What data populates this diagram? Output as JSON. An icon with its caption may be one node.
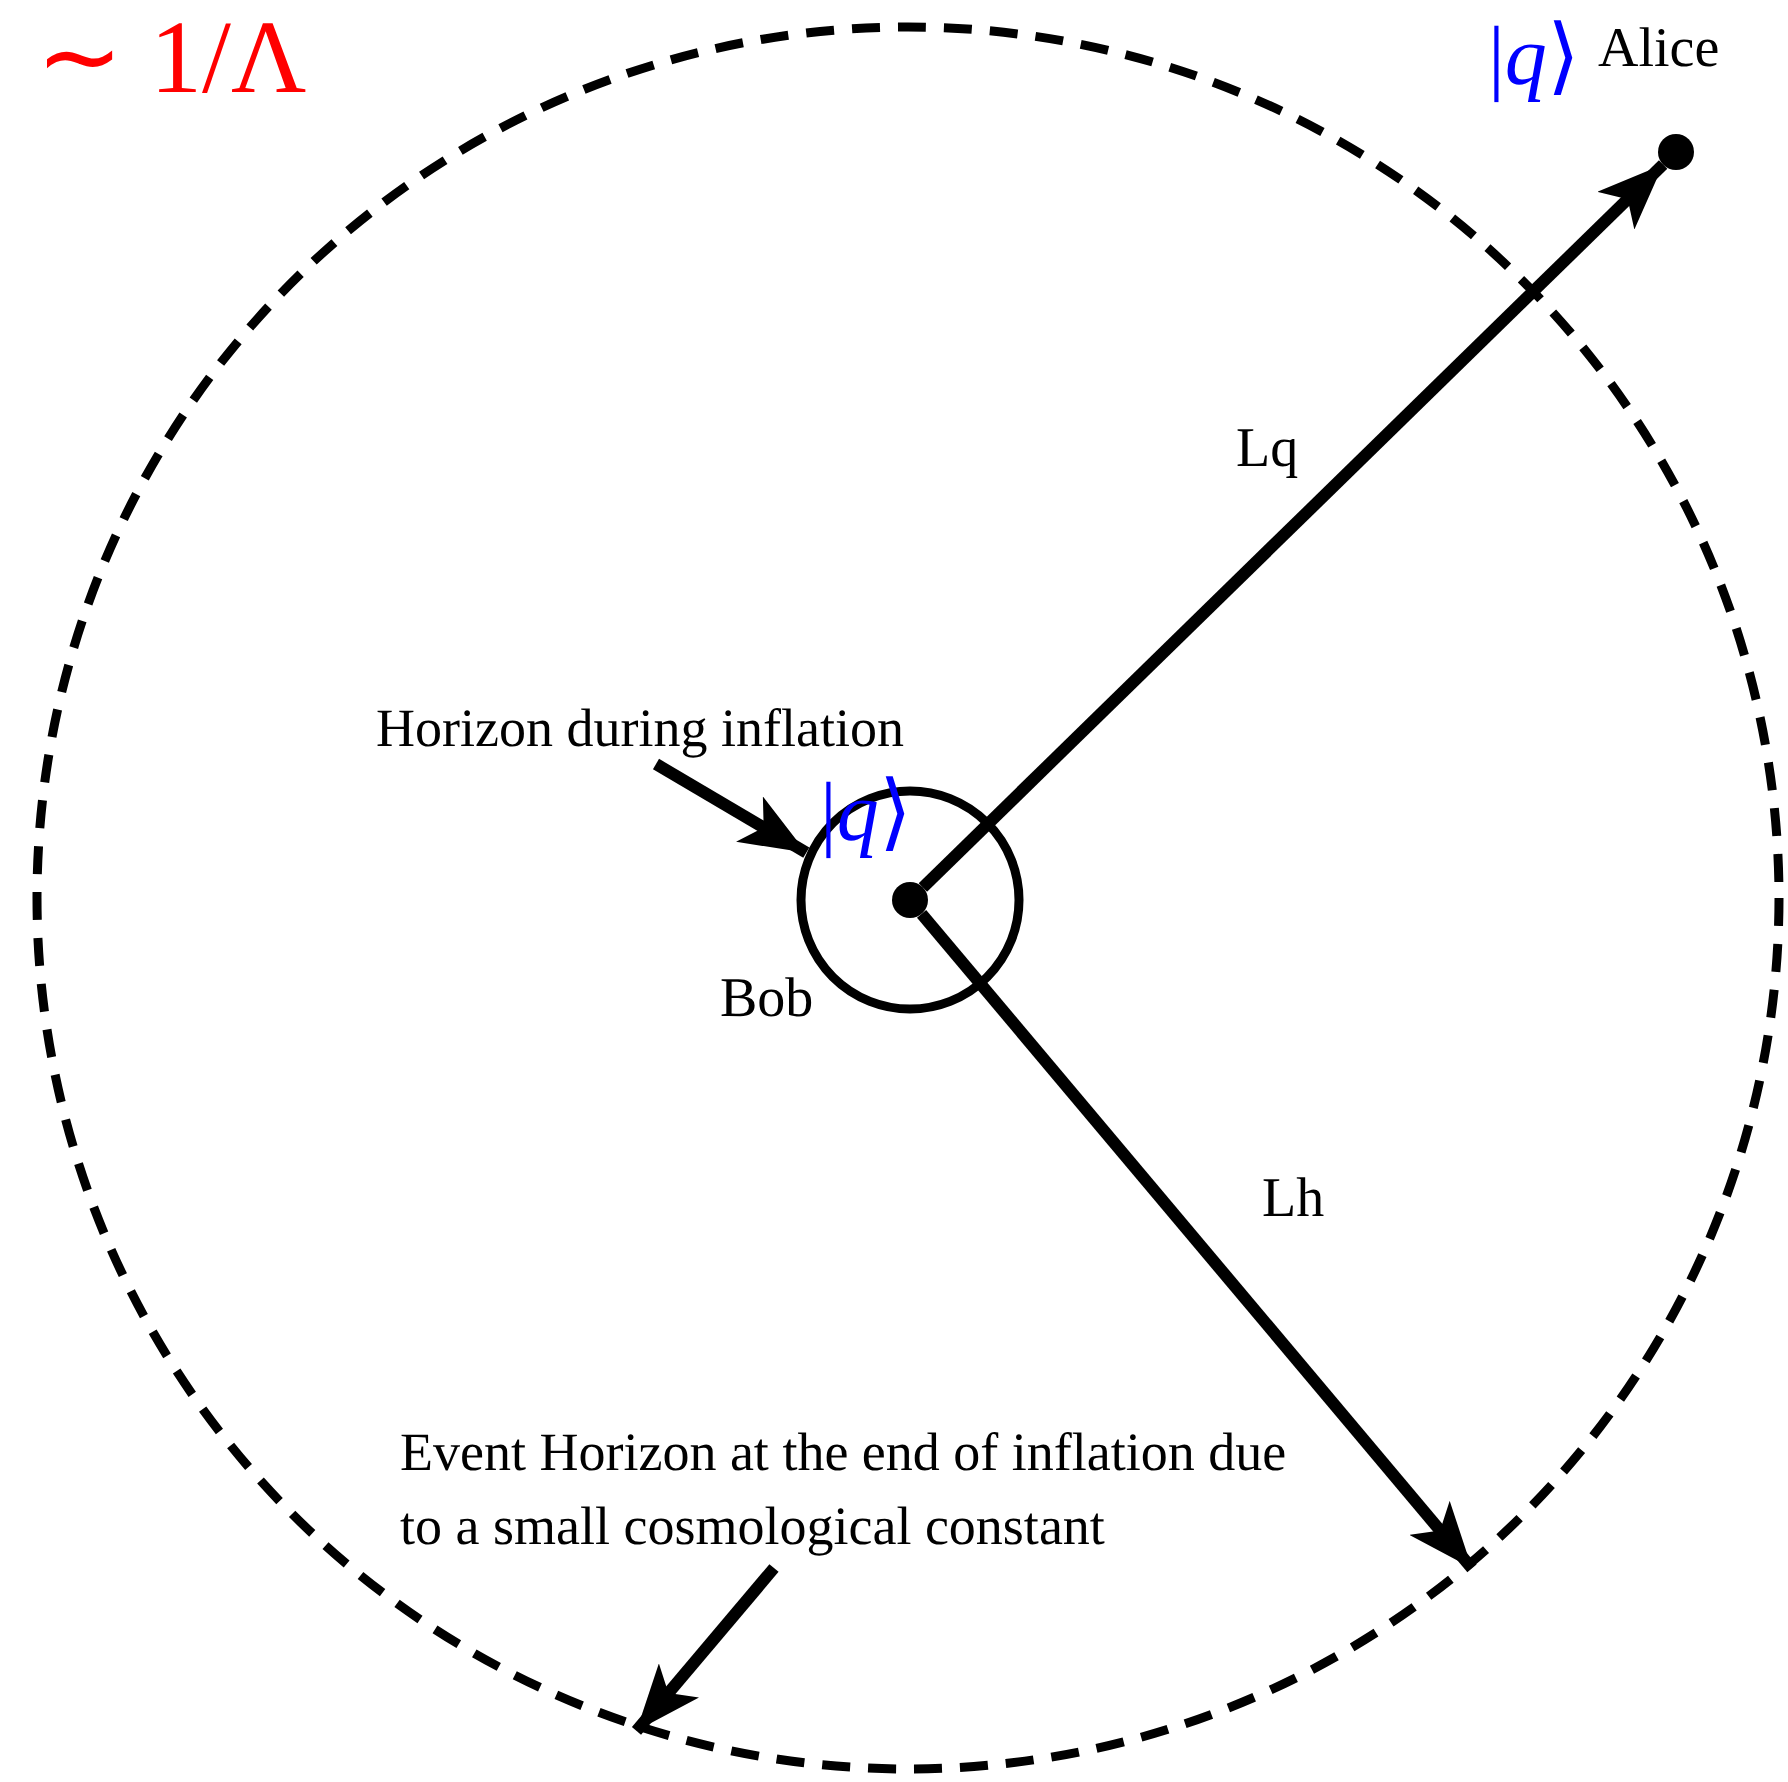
{
  "diagram": {
    "nodes": [
      {
        "text": [],
        "shape": "circle"
      },
      {
        "text": [
          "Horizon during inflation"
        ],
        "in": 0
      },
      {
        "text": [],
        "shape": "circle",
        "in": 0
      },
      {
        "text": [],
        "shape": "circle",
        "in": 2,
        "beside": [
          "|*q*⟩"
        ]
      },
      {
        "text": [],
        "shape": "circle",
        "beside": [
          "|*q*⟩",
          "Alice"
        ]
      },
      {
        "text": [
          "Event Horizon at the end of inflation due to a small cosmological constant"
        ],
        "in": 0
      }
    ],
    "edges": [
      {
        "from": 3,
        "to": 4,
        "arrow": "to",
        "label": "Lq"
      },
      {
        "from": 3,
        "to": 0,
        "arrow": "to",
        "label": "Lh"
      },
      {
        "from": 1,
        "to": 2,
        "arrow": "to"
      },
      {
        "from": 5,
        "to": 0,
        "arrow": "to"
      }
    ],
    "labels": [
      "∼ 1/Λ",
      "Bob"
    ]
  }
}
